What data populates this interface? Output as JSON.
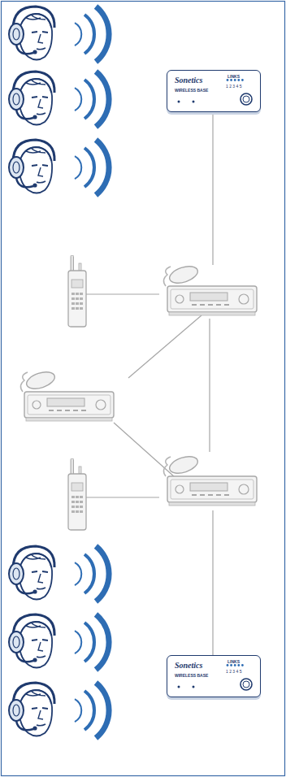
{
  "diagram": {
    "nodes": [
      {
        "text": [
          "Sonetics",
          "WIRELESS BASE",
          "LINKS",
          "1 2 3 4 5"
        ]
      },
      {
        "text": [
          "Sonetics",
          "WIRELESS BASE",
          "LINKS",
          "1 2 3 4 5"
        ]
      }
    ]
  }
}
